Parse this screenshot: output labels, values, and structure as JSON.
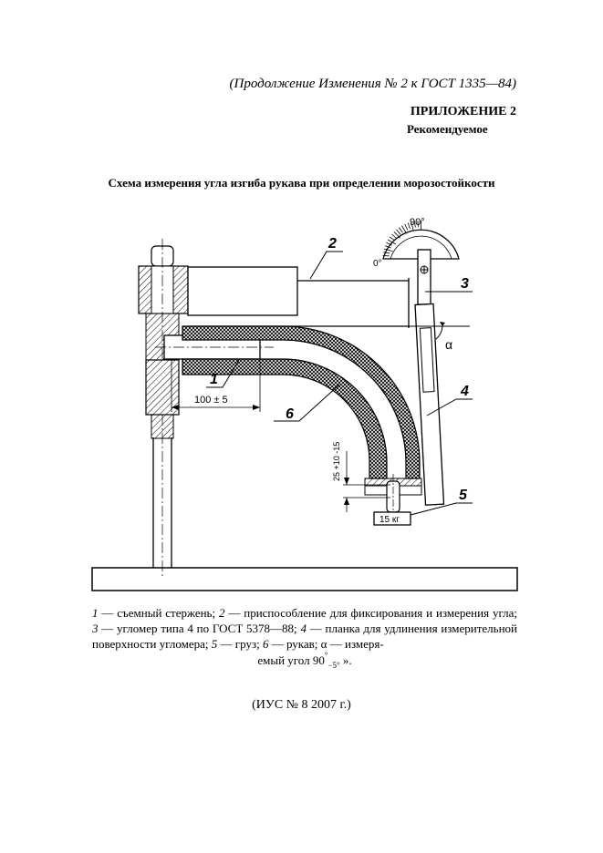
{
  "header": {
    "continuation": "(Продолжение Изменения № 2 к ГОСТ  1335—84)"
  },
  "appendix": {
    "title": "ПРИЛОЖЕНИЕ 2",
    "subtitle": "Рекомендуемое"
  },
  "scheme": {
    "title": "Схема измерения угла изгиба рукава при определении морозостойкости"
  },
  "figure": {
    "scale_max": "90°",
    "scale_zero": "0°",
    "callouts": [
      "1",
      "2",
      "3",
      "4",
      "5",
      "6"
    ],
    "angle_symbol": "α",
    "dim_length": "100 ± 5",
    "dim_height": "25 +10 -15",
    "weight": "15 кг"
  },
  "legend": {
    "n1": "1",
    "t1": " — съемный стержень; ",
    "n2": "2",
    "t2": " — приспособление для фиксирования и измерения угла; ",
    "n3": "3",
    "t3": " — угломер типа 4 по ГОСТ 5378—88; ",
    "n4": "4",
    "t4": " — планка для удлинения измерительной поверхности угломера; ",
    "n5": "5",
    "t5": " — груз; ",
    "n6": "6",
    "t6": " — рукав;   ",
    "alpha": "α",
    "t7": " — измеря-",
    "t8": "емый угол  ",
    "angle_value": "90",
    "angle_sup": "°",
    "angle_sub": "−5°",
    "t9": " »."
  },
  "footer": {
    "ius": "(ИУС № 8  2007 г.)"
  }
}
